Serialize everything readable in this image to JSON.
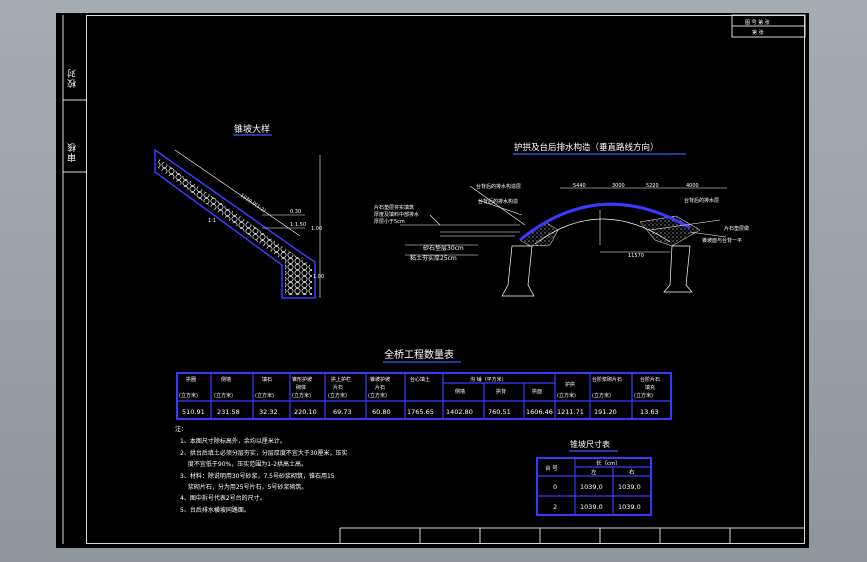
{
  "side_labels": {
    "top": "校对",
    "middle": "审核"
  },
  "title_block": {
    "line1": "图 号 第 张",
    "line2": "第 张"
  },
  "detail_left": {
    "title": "锥坡大样",
    "len_label": "1039.0(1:2)",
    "slope_label": "1:1",
    "dim1": "0.30",
    "dim2": "1:1.50",
    "dim3": "1.00",
    "dim4": "1.00"
  },
  "detail_right": {
    "title": "护拱及台后排水构造（垂直路线方向）",
    "dims": [
      "5440",
      "3000",
      "5220",
      "4000"
    ],
    "notes_left": [
      "片石垫层夯实填筑",
      "厚度及填料中部排水",
      "厚层小于5cm"
    ],
    "label_a": "台背后的排水构造层",
    "label_b": "台背后的排水构造",
    "label_c": "砂石垫层30cm",
    "label_d": "粘土夯实厚25cm",
    "label_e": "台背后的排水层",
    "label_f": "片石垫层做",
    "label_g": "锥坡面与台背一平",
    "dim_span": "11570"
  },
  "qty_table": {
    "title": "全桥工程数量表",
    "headers": [
      "拱圈",
      "侧墙",
      "填石",
      "锥形护坡",
      "拱上护栏",
      "锥坡护坡",
      "台心填土",
      "",
      "护拱",
      "台阶浆砌片石",
      "台阶片石"
    ],
    "headers2": [
      "",
      "",
      "",
      "砌体",
      "片石",
      "片石",
      "",
      "",
      "",
      "",
      "填充"
    ],
    "sub_header": "沟 铺（平方米）",
    "sub_cols": [
      "侧墙",
      "拱背",
      "拱面"
    ],
    "units": [
      "(立方米)",
      "(立方米)",
      "(立方米)",
      "(立方米)",
      "(立方米)",
      "(立方米)",
      "",
      "",
      "",
      "",
      "(立方米)",
      "(立方米)",
      "(立方米)"
    ],
    "values": [
      "510.91",
      "231.58",
      "32.32",
      "220.10",
      "69.73",
      "60.80",
      "1765.65",
      "1402.80",
      "760.51",
      "1606.46",
      "1211.71",
      "191.20",
      "13.63"
    ]
  },
  "notes": {
    "head": "注：",
    "lines": [
      "1、本图尺寸除标高外，余均以厘米计。",
      "2、拱台后填土必须分层夯实，分层厚度不宜大于30厘米，压实",
      "　 度不宜低于90%，压实范围为1-2拱高土高。",
      "3、材料：除说明用30号砂浆，7.5号砂浆砌筑，锥石用15",
      "　 浆砌片石，分为用25号片石，5号砂浆砌筑。",
      "4、图中拆号代表2号台的尺寸。",
      "5、台后排水横坡同路面。"
    ]
  },
  "cone_table": {
    "title": "锥坡尺寸表",
    "col1": "台 号",
    "col2": "长（cm）",
    "left": "左",
    "right": "右",
    "rows": [
      {
        "id": "0",
        "l": "1039.0",
        "r": "1039.0"
      },
      {
        "id": "2",
        "l": "1039.0",
        "r": "1039.0"
      }
    ]
  }
}
